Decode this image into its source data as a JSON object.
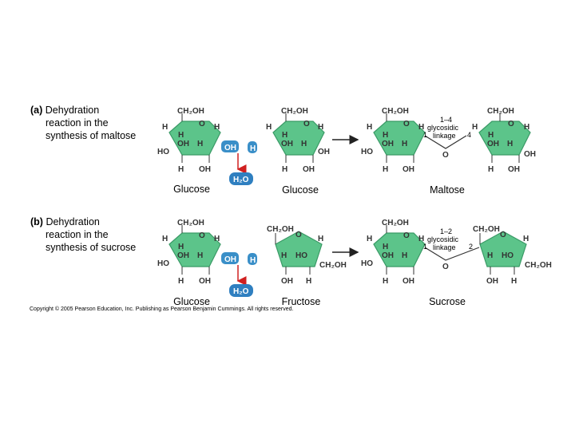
{
  "panel_a": {
    "tag": "(a)",
    "caption_line1": "Dehydration",
    "caption_line2": "reaction in the",
    "caption_line3": "synthesis of maltose",
    "label_left": "Glucose",
    "label_middle": "Glucose",
    "label_right": "Maltose",
    "linkage_line1": "1–4",
    "linkage_line2": "glycosidic",
    "linkage_line3": "linkage"
  },
  "panel_b": {
    "tag": "(b)",
    "caption_line1": "Dehydration",
    "caption_line2": "reaction in the",
    "caption_line3": "synthesis of sucrose",
    "label_left": "Glucose",
    "label_middle": "Fructose",
    "label_right": "Sucrose",
    "linkage_line1": "1–2",
    "linkage_line2": "glycosidic",
    "linkage_line3": "linkage"
  },
  "chem": {
    "ch2oh": "CH₂OH",
    "h": "H",
    "o": "O",
    "oh": "OH",
    "ho": "HO",
    "water": "H₂O",
    "num1": "1",
    "num2": "2",
    "num4": "4"
  },
  "copyright": "Copyright © 2005 Pearson Education, Inc. Publishing as Pearson Benjamin Cummings. All rights reserved.",
  "colors": {
    "ring_fill": "#5cc48a",
    "ring_stroke": "#3a9a66",
    "hydroxyl_fill": "#3a8fc8",
    "water_fill": "#2f7fc0",
    "arrow_red": "#d02020"
  }
}
